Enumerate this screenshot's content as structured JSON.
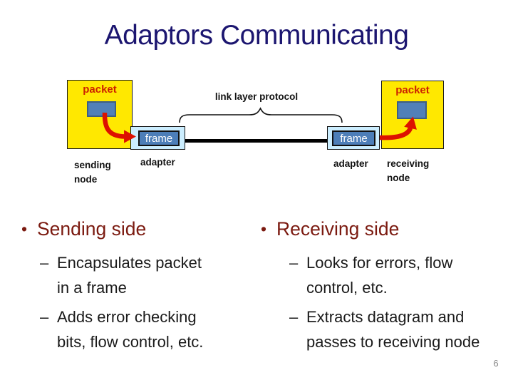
{
  "slide": {
    "title": "Adaptors Communicating",
    "page_number": "6"
  },
  "markers": {
    "dot": "•",
    "dash": "–"
  },
  "diagram": {
    "link_label": "link layer protocol",
    "sending": {
      "packet": "packet",
      "frame": "frame",
      "adapter": "adapter",
      "node": "sending node"
    },
    "receiving": {
      "packet": "packet",
      "frame": "frame",
      "adapter": "adapter",
      "node": "receiving node"
    }
  },
  "bullets": {
    "sending": {
      "heading": "Sending side",
      "items": [
        "Encapsulates packet in a frame",
        "Adds error checking bits, flow control, etc."
      ]
    },
    "receiving": {
      "heading": "Receiving side",
      "items": [
        "Looks for errors, flow control, etc.",
        "Extracts datagram and passes to receiving node"
      ]
    }
  },
  "colors": {
    "title_text": "#1c1670",
    "heading_text": "#7b1a10",
    "node_fill": "#ffe800",
    "adapter_fill": "#cceeff",
    "frame_fill": "#4d7eb8",
    "arrow_red": "#dd1100",
    "packet_label_red": "#cc2200",
    "page_number_gray": "#8a8a8a"
  }
}
